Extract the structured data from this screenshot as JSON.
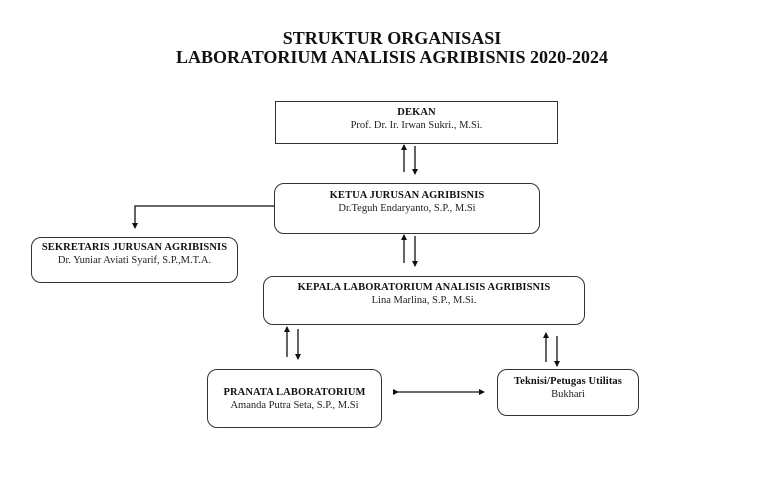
{
  "title": {
    "line1": "STRUKTUR ORGANISASI",
    "line2": "LABORATORIUM ANALISIS AGRIBISNIS 2020-2024"
  },
  "nodes": {
    "dekan": {
      "role": "DEKAN",
      "name": "Prof. Dr. Ir. Irwan Sukri., M.Si."
    },
    "ketua": {
      "role": "KETUA JURUSAN AGRIBISNIS",
      "name": "Dr.Teguh Endaryanto, S.P., M.Si"
    },
    "sekretaris": {
      "role": "SEKRETARIS JURUSAN AGRIBISNIS",
      "name": "Dr. Yuniar Aviati Syarif, S.P.,M.T.A."
    },
    "kepala": {
      "role": "KEPALA LABORATORIUM ANALISIS AGRIBISNIS",
      "name": "Lina Marlina, S.P., M.Si."
    },
    "pranata": {
      "role": "PRANATA LABORATORIUM",
      "name": "Amanda Putra Seta, S.P., M.Si"
    },
    "teknisi": {
      "role": "Teknisi/Petugas Utilitas",
      "name": "Bukhari"
    }
  },
  "connections": [
    {
      "from": "dekan",
      "to": "ketua",
      "type": "two-way"
    },
    {
      "from": "ketua",
      "to": "sekretaris",
      "type": "one-way"
    },
    {
      "from": "ketua",
      "to": "kepala",
      "type": "two-way"
    },
    {
      "from": "kepala",
      "to": "pranata",
      "type": "two-way"
    },
    {
      "from": "kepala",
      "to": "teknisi",
      "type": "two-way"
    },
    {
      "from": "pranata",
      "to": "teknisi",
      "type": "bidirectional"
    }
  ]
}
